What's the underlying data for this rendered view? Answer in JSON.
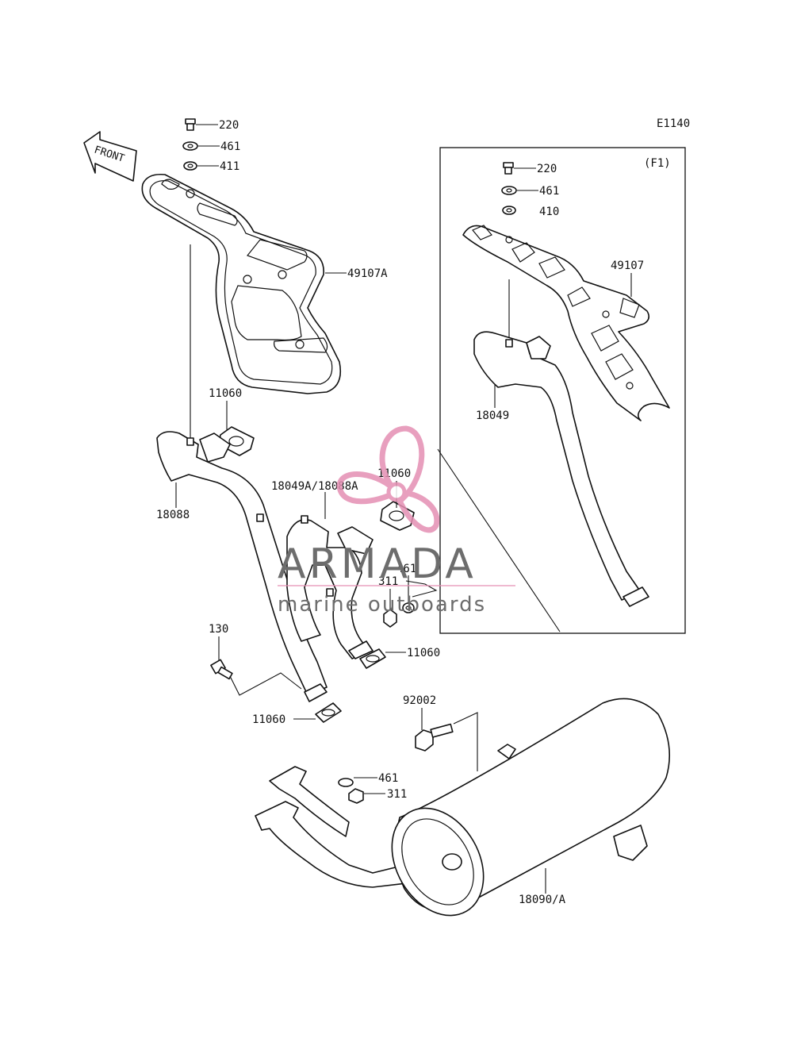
{
  "diagram_code": "E1140",
  "inset_label": "(F1)",
  "front_marker": "FRONT",
  "watermark": {
    "brand": "ARMADA",
    "tagline": "marine outboards",
    "logo_color": "#e58fb3",
    "text_color": "#6d6d6d"
  },
  "callouts": {
    "top_bolt": "220",
    "top_lockwasher": "461",
    "top_washer": "411",
    "heat_guard_a": "49107A",
    "gasket_upper": "11060",
    "pipe_front": "18088",
    "pipe_rear": "18049A/18088A",
    "gasket_mid": "11060",
    "mid_lockwasher": "461",
    "mid_nut": "311",
    "gasket_rear_outlet": "11060",
    "bolt_130": "130",
    "gasket_front_outlet": "11060",
    "muffler_bolt": "92002",
    "muffler_lockwasher": "461",
    "muffler_nut": "311",
    "muffler": "18090/A",
    "inset_bolt": "220",
    "inset_lockwasher": "461",
    "inset_washer": "410",
    "inset_guard": "49107",
    "inset_pipe": "18049"
  }
}
